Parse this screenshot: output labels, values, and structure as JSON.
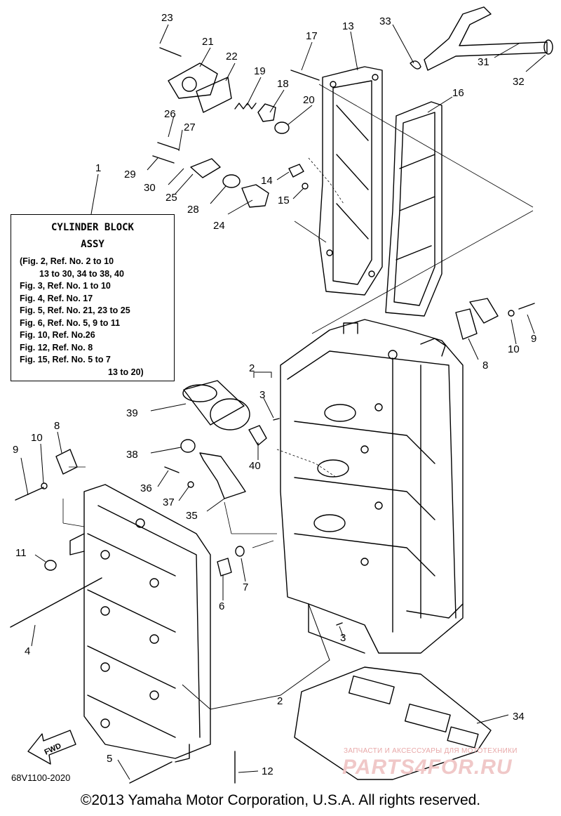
{
  "info_box": {
    "title_line1": "CYLINDER BLOCK",
    "title_line2": "ASSY",
    "lines": [
      "(Fig. 2, Ref. No. 2 to 10",
      "13 to 30, 34 to 38, 40",
      "Fig. 3, Ref. No. 1 to 10",
      "Fig. 4, Ref. No. 17",
      "Fig. 5, Ref. No. 21, 23 to 25",
      "Fig. 6, Ref. No. 5, 9 to 11",
      "Fig. 10, Ref. No.26",
      "Fig. 12, Ref. No. 8",
      "Fig. 15, Ref. No. 5 to 7",
      "13 to 20)"
    ]
  },
  "callouts": {
    "c1": "1",
    "c2a": "2",
    "c2b": "2",
    "c3a": "3",
    "c3b": "3",
    "c4": "4",
    "c5": "5",
    "c6": "6",
    "c7": "7",
    "c8a": "8",
    "c8b": "8",
    "c9a": "9",
    "c9b": "9",
    "c10a": "10",
    "c10b": "10",
    "c11": "11",
    "c12": "12",
    "c13": "13",
    "c14": "14",
    "c15": "15",
    "c16": "16",
    "c17": "17",
    "c18": "18",
    "c19": "19",
    "c20": "20",
    "c21": "21",
    "c22": "22",
    "c23": "23",
    "c24": "24",
    "c25": "25",
    "c26": "26",
    "c27": "27",
    "c28": "28",
    "c29": "29",
    "c30": "30",
    "c31": "31",
    "c32": "32",
    "c33": "33",
    "c34": "34",
    "c35": "35",
    "c36": "36",
    "c37": "37",
    "c38": "38",
    "c39": "39",
    "c40": "40"
  },
  "fwd_label": "FWD",
  "doc_id": "68V1100-2020",
  "copyright": "©2013 Yamaha Motor Corporation, U.S.A. All rights reserved.",
  "watermark_top": "ЗАПЧАСТИ И АКСЕССУАРЫ ДЛЯ МОТОТЕХНИКИ",
  "watermark_main": "PARTS4FOR.RU"
}
